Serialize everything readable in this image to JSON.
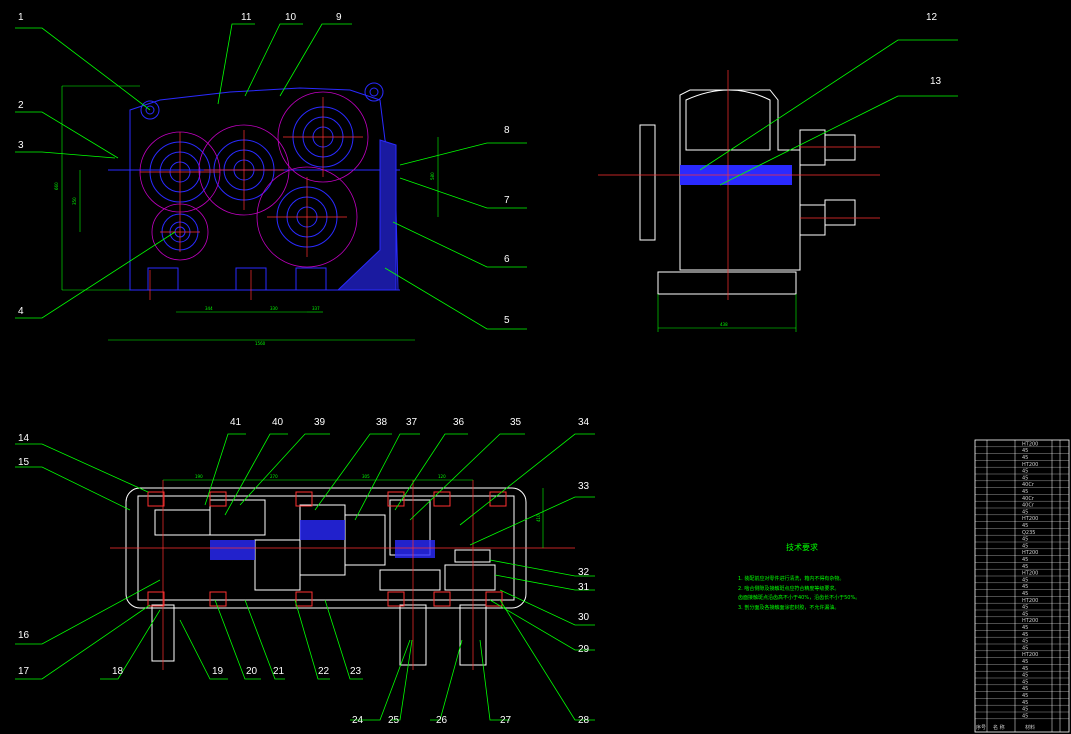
{
  "drawing": {
    "labels": [
      "1",
      "2",
      "3",
      "4",
      "5",
      "6",
      "7",
      "8",
      "9",
      "10",
      "11",
      "12",
      "13",
      "14",
      "15",
      "16",
      "17",
      "18",
      "19",
      "20",
      "21",
      "22",
      "23",
      "24",
      "25",
      "26",
      "27",
      "28",
      "29",
      "30",
      "31",
      "32",
      "33",
      "34",
      "35",
      "36",
      "37",
      "38",
      "39",
      "40",
      "41"
    ],
    "tech_requirements": {
      "title": "技术要求",
      "lines": [
        "1. 装配前应对零件进行清洗，箱内不得有杂物。",
        "2. 啮合侧隙及接触斑点应符合精度等级要求。",
        "   齿面接触斑点沿齿高不小于40%，沿齿长不小于50%。",
        "3. 剖分面及各接触面涂密封胶，不允许漏油。"
      ]
    },
    "front_dims": [
      "660",
      "350",
      "580",
      "350",
      "344",
      "330",
      "337",
      "1560"
    ],
    "side_dims": [
      "438"
    ],
    "plan_dims": [
      "190",
      "270",
      "305",
      "120",
      "410"
    ],
    "parts_table": {
      "materials": [
        "HT200",
        "45",
        "45",
        "HT200",
        "45",
        "45",
        "40Cr",
        "45",
        "40Cr",
        "40Cr",
        "45",
        "HT200",
        "45",
        "Q235",
        "45",
        "45",
        "HT200",
        "45",
        "45",
        "HT200",
        "45",
        "45",
        "45",
        "HT200",
        "45",
        "45",
        "HT200",
        "45",
        "45",
        "45",
        "45",
        "HT200",
        "45",
        "45",
        "45",
        "45",
        "45",
        "45",
        "45",
        "45",
        "45"
      ],
      "footer": [
        "序号",
        "名 称",
        "材料"
      ]
    }
  }
}
